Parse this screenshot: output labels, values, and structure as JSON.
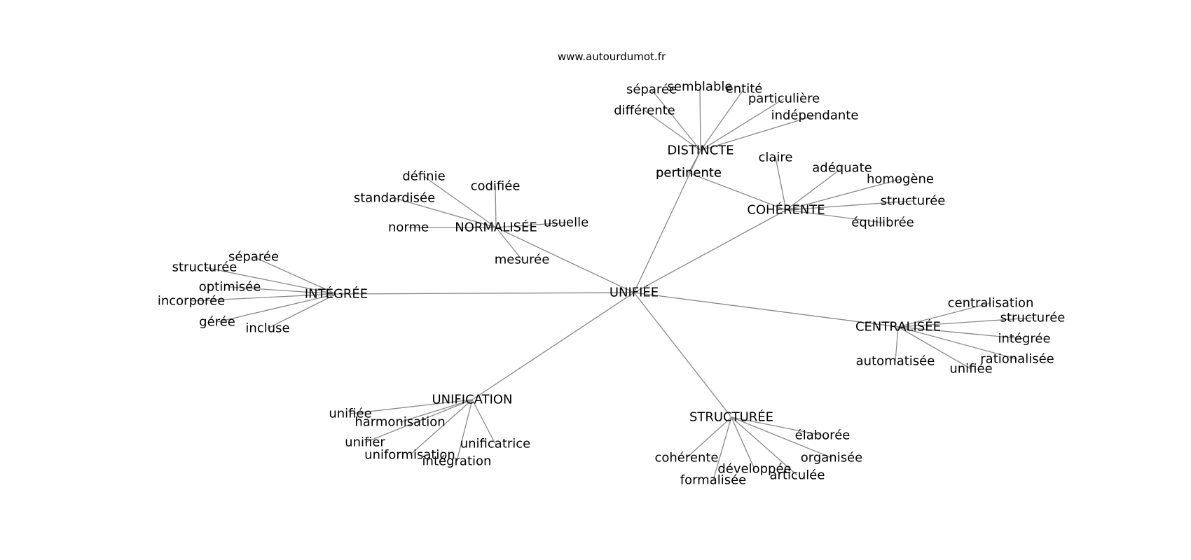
{
  "source_label": "www.autourdumot.fr",
  "edge_color": "#888888",
  "text_color": "#000000",
  "center": "UNIFIÉE",
  "clusters": [
    {
      "hub": "DISTINCTE",
      "leaves": [
        "séparée",
        "semblable",
        "entité",
        "particulière",
        "indépendante",
        "différente",
        "pertinente"
      ]
    },
    {
      "hub": "COHÉRENTE",
      "leaves": [
        "claire",
        "adéquate",
        "homogène",
        "structurée",
        "équilibrée",
        "pertinente"
      ]
    },
    {
      "hub": "NORMALISÉE",
      "leaves": [
        "définie",
        "codifiée",
        "standardisée",
        "norme",
        "usuelle",
        "mesurée"
      ]
    },
    {
      "hub": "INTÉGRÉE",
      "leaves": [
        "séparée",
        "structurée",
        "optimisée",
        "incorporée",
        "gérée",
        "incluse"
      ]
    },
    {
      "hub": "CENTRALISÉE",
      "leaves": [
        "centralisation",
        "structurée",
        "intégrée",
        "rationalisée",
        "automatisée",
        "unifiée"
      ]
    },
    {
      "hub": "UNIFICATION",
      "leaves": [
        "unifiée",
        "harmonisation",
        "unifier",
        "uniformisation",
        "intégration",
        "unificatrice"
      ]
    },
    {
      "hub": "STRUCTURÉE",
      "leaves": [
        "élaborée",
        "organisée",
        "articulée",
        "développée",
        "formalisée",
        "cohérente"
      ]
    }
  ]
}
